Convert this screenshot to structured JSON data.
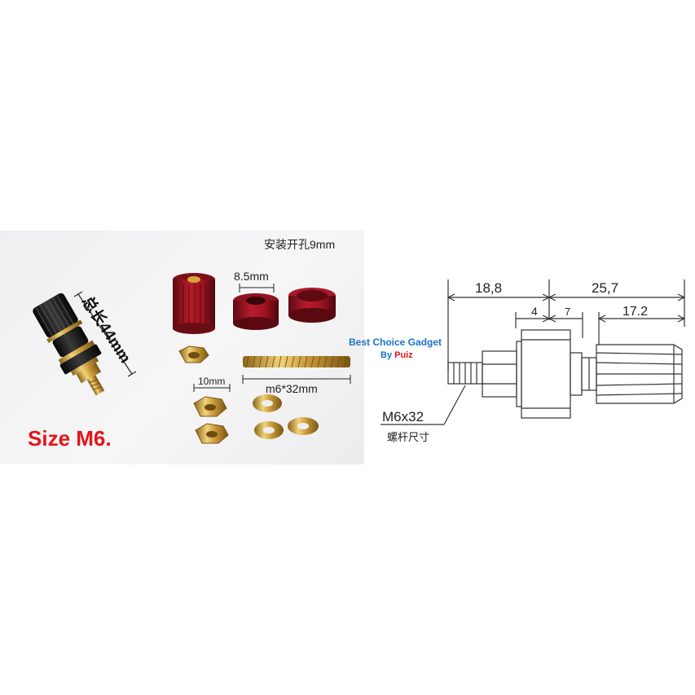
{
  "photo": {
    "mount_hole_label": "安装开孔9mm",
    "total_length_label": "总长44mm",
    "nut_inner_label": "8.5mm",
    "hex_nut_label": "10mm",
    "rod_label": "m6*32mm",
    "size_label": "Size M6."
  },
  "watermark": {
    "title": "Best Choice Gadget",
    "by_prefix": "By ",
    "by_name": "Puiz"
  },
  "drawing": {
    "dim_left": "18,8",
    "dim_right": "25,7",
    "dim_4": "4",
    "dim_7": "7",
    "dim_172": "17.2",
    "thread_label": "M6x32",
    "thread_caption": "螺杆尺寸"
  },
  "colors": {
    "red_text": "#e0161b",
    "brand_blue": "#1a73c9",
    "red_knob": "#9d1420",
    "brass": "#c89a3a"
  }
}
